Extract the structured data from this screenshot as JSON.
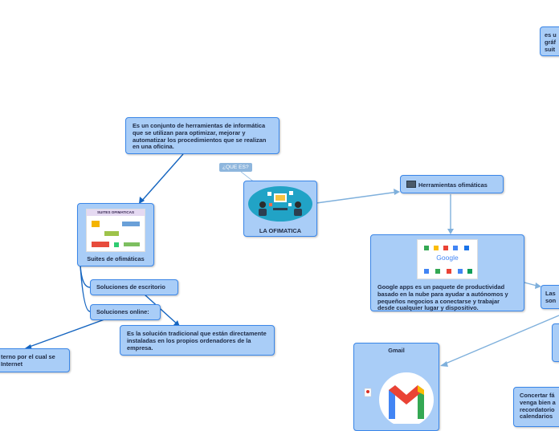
{
  "nodes": {
    "top_right": "es u\ngráf\nsuit",
    "definition": "Es un conjunto de herramientas de informática que se utilizan para optimizar, mejorar y automatizar los procedimientos que se realizan en una oficina.",
    "que_es": "¿QUE ES?",
    "main": "LA OFIMATICA",
    "herramientas": "Herramientas ofimáticas",
    "suites_title": "SUITES OFIMATICAS",
    "suites": "Suites de ofimáticas",
    "google_apps": "Google apps es un paquete de productividad basado en la nube para ayudar a autónomos y pequeños negocios a conectarse y trabajar desde cualquier lugar y dispositivo.",
    "google_logo": "Google",
    "las_son": "Las\nson",
    "escritorio": "Soluciones de escritorio",
    "online": "Soluciones online:",
    "tradicional": "Es la solución tradicional que están directamente instaladas en los propios ordenadores de la empresa.",
    "internet": "terno por el cual se\nInternet",
    "gmail": "Gmail",
    "concertar": "Concertar fá\nvenga bien a\nrecordatorio\ncalendarios"
  },
  "colors": {
    "node_fill": "#a9cdf7",
    "node_border": "#3a86e8",
    "line_dark": "#1565c0",
    "line_light": "#7fb0dc"
  }
}
